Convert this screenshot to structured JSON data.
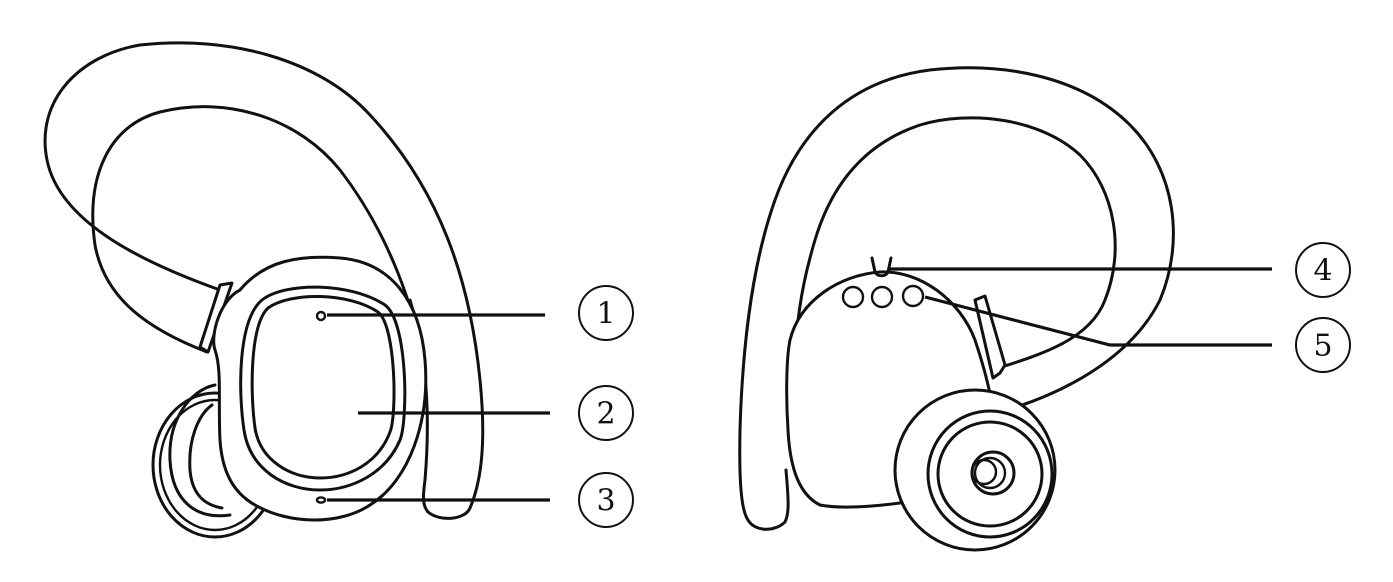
{
  "figure": {
    "background": "#ffffff",
    "line_color": "#111111",
    "views": [
      {
        "id": "front-view",
        "description": "Earbud with ear hook, touch panel side"
      },
      {
        "id": "back-view",
        "description": "Earbud with ear hook, ear tip and charging contacts side"
      }
    ]
  },
  "callouts": [
    {
      "number": "1",
      "view": "front-view",
      "target": "microphone hole (top)"
    },
    {
      "number": "2",
      "view": "front-view",
      "target": "touch panel"
    },
    {
      "number": "3",
      "view": "front-view",
      "target": "microphone hole (bottom)"
    },
    {
      "number": "4",
      "view": "back-view",
      "target": "indicator light"
    },
    {
      "number": "5",
      "view": "back-view",
      "target": "charging contacts"
    }
  ]
}
